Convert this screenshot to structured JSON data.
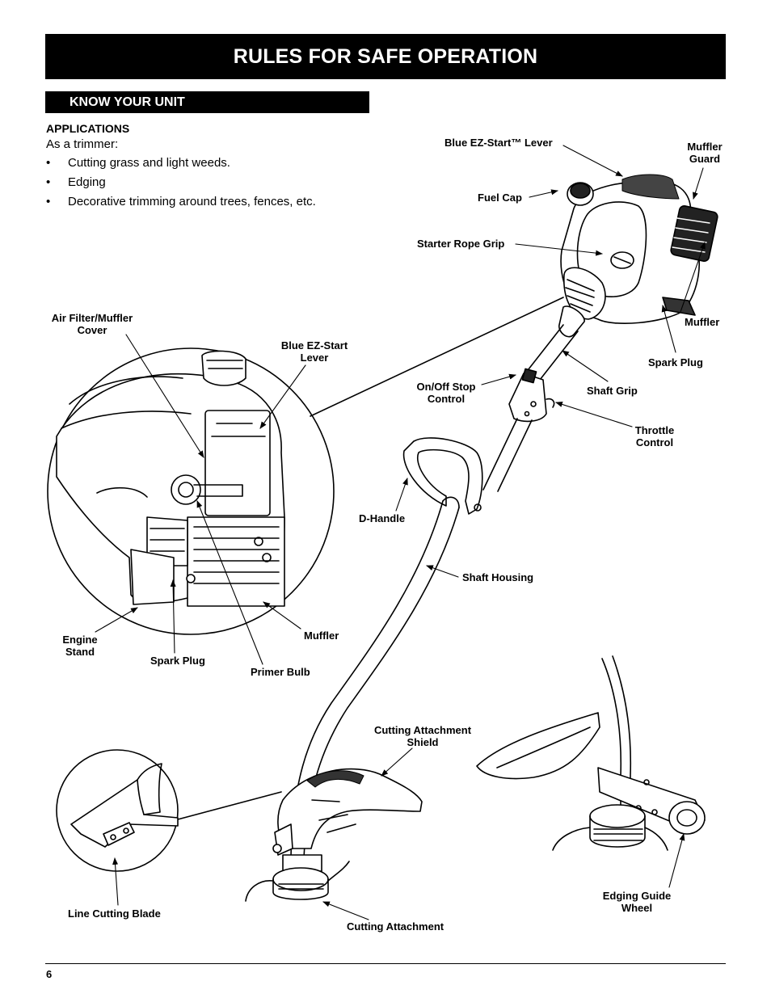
{
  "header": {
    "title": "RULES FOR SAFE OPERATION"
  },
  "section": {
    "title": "KNOW YOUR UNIT"
  },
  "applications": {
    "heading": "APPLICATIONS",
    "intro": "As a trimmer:",
    "items": [
      "Cutting grass and light weeds.",
      "Edging",
      "Decorative trimming around trees, fences, etc."
    ]
  },
  "labels": {
    "blue_ez_start_lever_tm": "Blue EZ-Start™ Lever",
    "muffler_guard_1": "Muffler",
    "muffler_guard_2": "Guard",
    "fuel_cap": "Fuel Cap",
    "starter_rope_grip": "Starter Rope Grip",
    "muffler_right": "Muffler",
    "spark_plug_right": "Spark Plug",
    "on_off_1": "On/Off Stop",
    "on_off_2": "Control",
    "shaft_grip": "Shaft Grip",
    "throttle_1": "Throttle",
    "throttle_2": "Control",
    "d_handle": "D-Handle",
    "shaft_housing": "Shaft Housing",
    "air_filter_1": "Air Filter/Muffler",
    "air_filter_2": "Cover",
    "blue_ez_start_1": "Blue EZ-Start",
    "blue_ez_start_2": "Lever",
    "engine_stand_1": "Engine",
    "engine_stand_2": "Stand",
    "spark_plug_left": "Spark Plug",
    "primer_bulb": "Primer Bulb",
    "muffler_left": "Muffler",
    "shield_1": "Cutting Attachment",
    "shield_2": "Shield",
    "line_cutting_blade": "Line Cutting Blade",
    "cutting_attachment": "Cutting Attachment",
    "edging_wheel_1": "Edging Guide",
    "edging_wheel_2": "Wheel"
  },
  "footer": {
    "page_number": "6"
  }
}
